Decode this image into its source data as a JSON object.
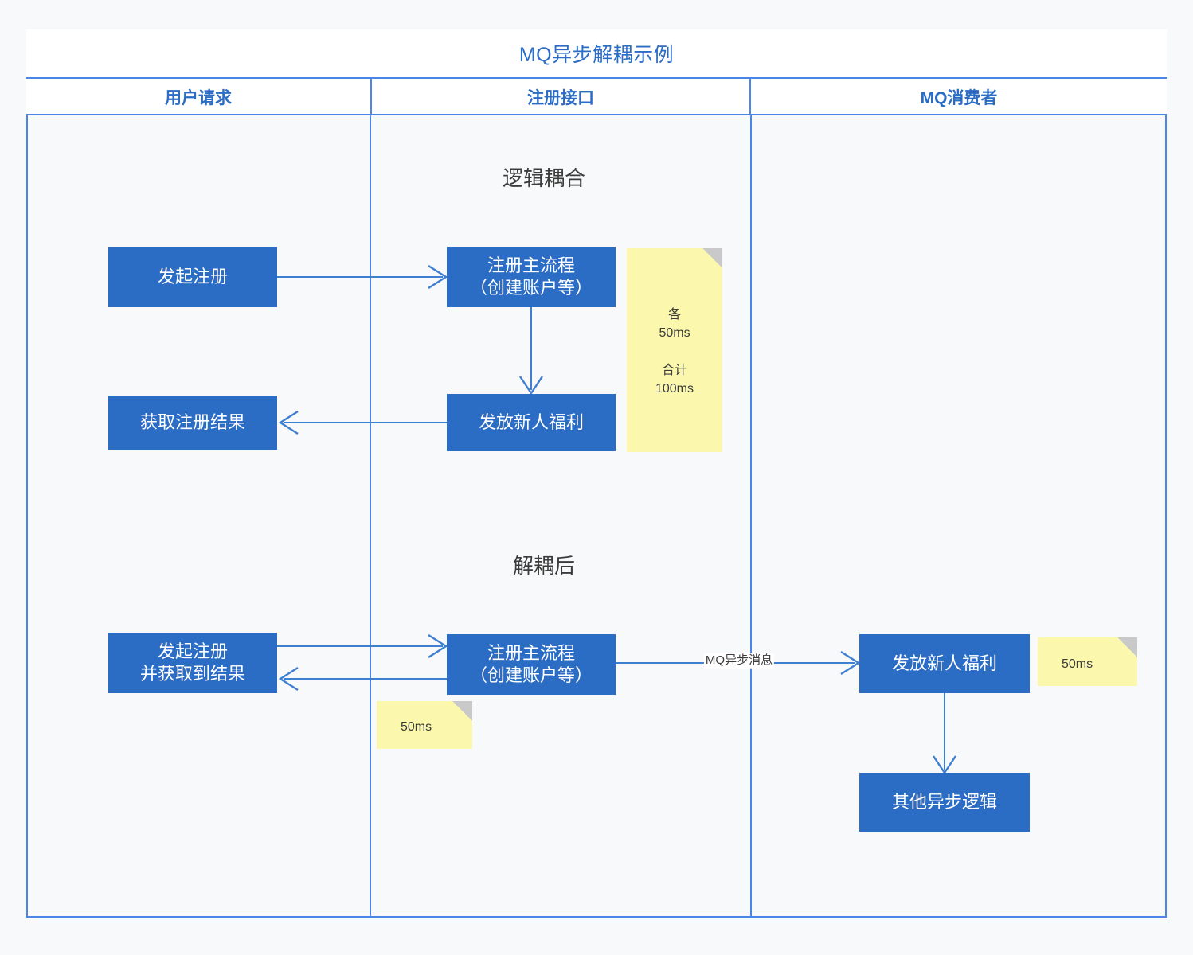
{
  "diagram": {
    "title": "MQ异步解耦示例",
    "accent_color": "#4a86e8",
    "node_color": "#2b6cc4",
    "note_color": "#fbf8ae",
    "fold_color": "#c9c9c9",
    "connector_color": "#3f7fd0",
    "background": "#f8f9fa",
    "lanes": [
      {
        "label": "用户请求"
      },
      {
        "label": "注册接口"
      },
      {
        "label": "MQ消费者"
      }
    ],
    "sections": [
      {
        "caption": "逻辑耦合"
      },
      {
        "caption": "解耦后"
      }
    ],
    "nodes": [
      {
        "id": "n1",
        "line1": "发起注册",
        "line2": ""
      },
      {
        "id": "n2",
        "line1": "注册主流程",
        "line2": "（创建账户等）"
      },
      {
        "id": "n3",
        "line1": "获取注册结果",
        "line2": ""
      },
      {
        "id": "n4",
        "line1": "发放新人福利",
        "line2": ""
      },
      {
        "id": "n5",
        "line1": "发起注册",
        "line2": "并获取到结果"
      },
      {
        "id": "n6",
        "line1": "注册主流程",
        "line2": "（创建账户等）"
      },
      {
        "id": "n7",
        "line1": "发放新人福利",
        "line2": ""
      },
      {
        "id": "n8",
        "line1": "其他异步逻辑",
        "line2": ""
      }
    ],
    "notes": [
      {
        "id": "note1",
        "text": "各\n50ms\n\n合计\n100ms"
      },
      {
        "id": "note2",
        "text": "50ms"
      },
      {
        "id": "note3",
        "text": "50ms"
      }
    ],
    "edge_labels": [
      {
        "id": "mq-msg",
        "text": "MQ异步消息"
      }
    ]
  }
}
